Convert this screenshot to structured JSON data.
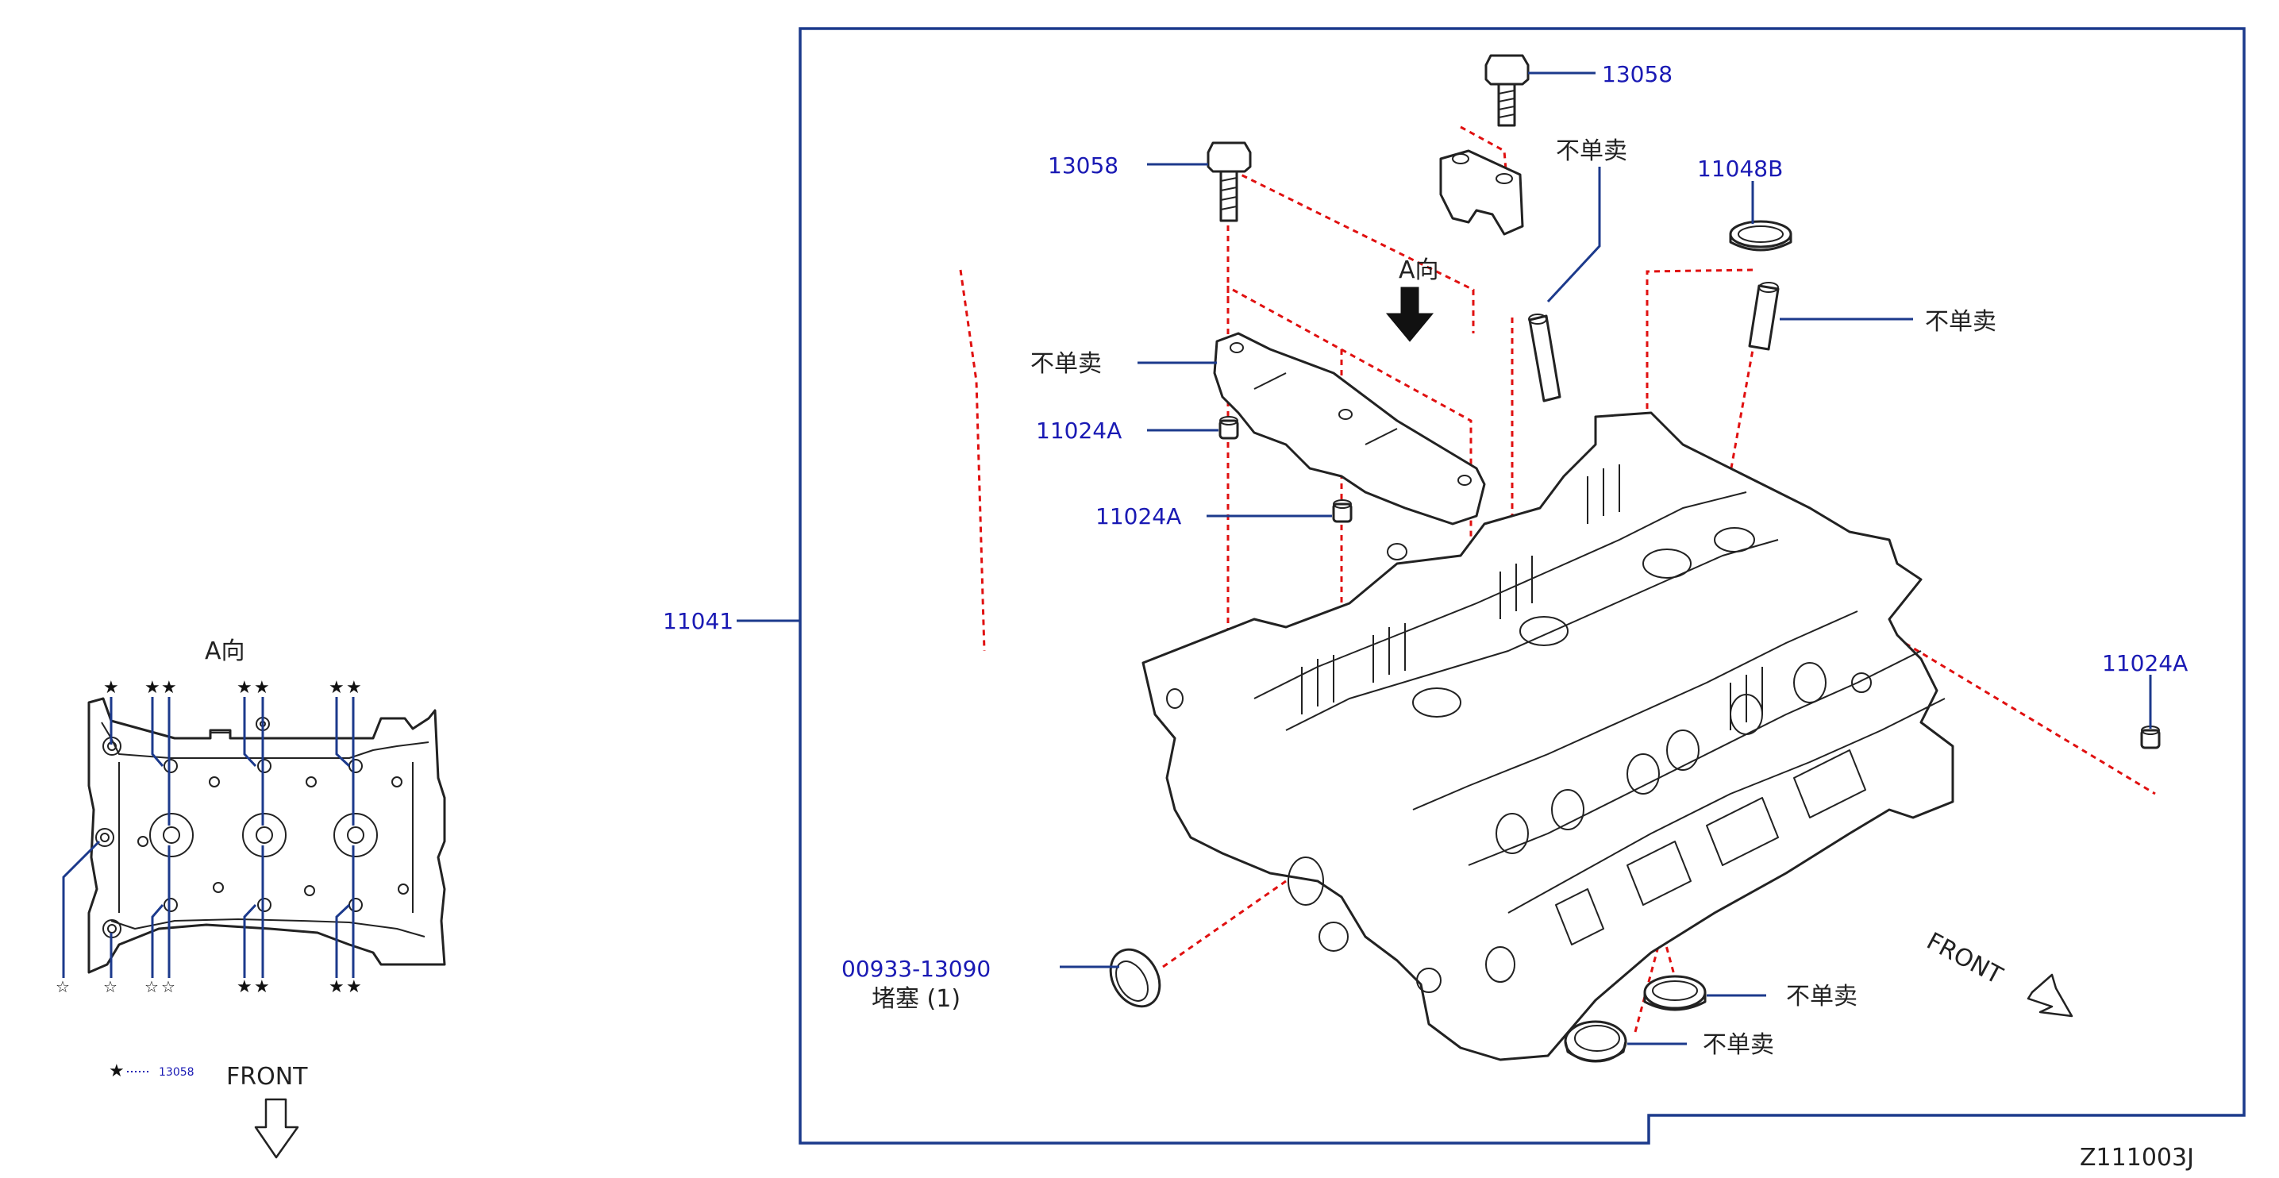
{
  "diagram_code": "Z111003J",
  "main_view": {
    "labels": {
      "bolt_top_right": "13058",
      "bolt_top_left": "13058",
      "ring_top": "11048B",
      "not_sold_top_right": "不单卖",
      "direction_a": "A向",
      "not_sold_right": "不单卖",
      "not_sold_left": "不单卖",
      "dowel_1": "11024A",
      "dowel_2": "11024A",
      "head_assembly": "11041",
      "dowel_3": "11024A",
      "plug_part": "00933-13090",
      "plug_desc": "堵塞 (1)",
      "not_sold_seal_1": "不单卖",
      "not_sold_seal_2": "不单卖",
      "front": "FRONT"
    }
  },
  "inset_view": {
    "title": "A向",
    "legend_symbol": "★",
    "legend_part": "13058",
    "front": "FRONT"
  }
}
